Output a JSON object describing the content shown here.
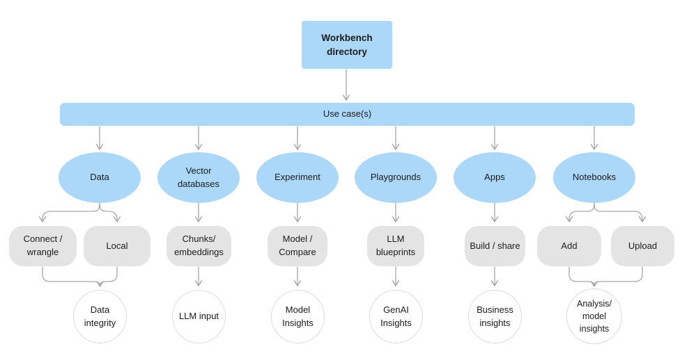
{
  "diagram": {
    "root_label": "Workbench directory",
    "bar_label": "Use case(s)",
    "columns": [
      {
        "category": "Data",
        "children": [
          "Connect /\nwrangle",
          "Local"
        ],
        "outcome": "Data\nintegrity"
      },
      {
        "category": "Vector\ndatabases",
        "children": [
          "Chunks/\nembeddings"
        ],
        "outcome": "LLM input"
      },
      {
        "category": "Experiment",
        "children": [
          "Model /\nCompare"
        ],
        "outcome": "Model\nInsights"
      },
      {
        "category": "Playgrounds",
        "children": [
          "LLM\nblueprints"
        ],
        "outcome": "GenAI\nInsights"
      },
      {
        "category": "Apps",
        "children": [
          "Build / share"
        ],
        "outcome": "Business\ninsights"
      },
      {
        "category": "Notebooks",
        "children": [
          "Add",
          "Upload"
        ],
        "outcome": "Analysis/\nmodel\ninsights"
      }
    ]
  },
  "colors": {
    "node_blue": "#ABD7F9",
    "node_gray": "#E5E4E4",
    "connector": "#A6A6A6",
    "outcome_circle_border": "#DBDBDB",
    "text": "#1B1B1B"
  }
}
